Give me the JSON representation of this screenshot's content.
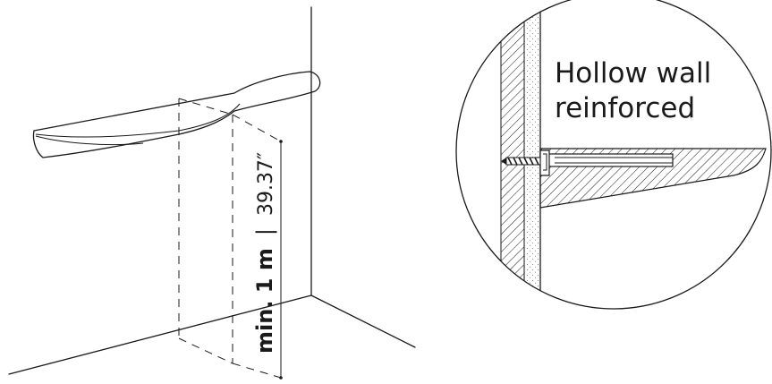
{
  "dimension": {
    "metric_label": "min. 1 m",
    "separator": "|",
    "imperial_label": "39.37″"
  },
  "detail": {
    "title_line1": "Hollow wall",
    "title_line2": "reinforced"
  },
  "icons": {
    "screw": "screw-icon",
    "bracket": "bracket-icon"
  },
  "colors": {
    "line": "#1a1a1a",
    "background": "#ffffff"
  }
}
